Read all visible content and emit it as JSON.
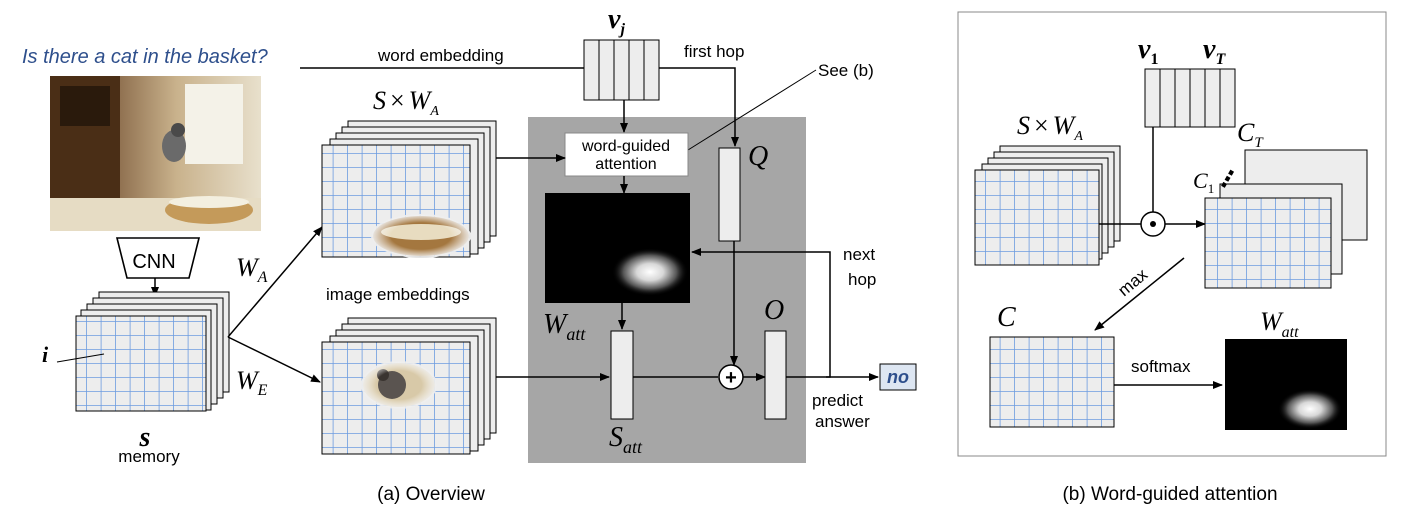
{
  "question": "Is there a cat in the basket?",
  "labels": {
    "word_embedding": "word embedding",
    "first_hop": "first hop",
    "see_b": "See (b)",
    "word_guided_attention_line1": "word-guided",
    "word_guided_attention_line2": "attention",
    "cnn": "CNN",
    "image_embeddings": "image embeddings",
    "next_hop_line1": "next",
    "next_hop_line2": "hop",
    "predict_line1": "predict",
    "predict_line2": "answer",
    "answer": "no",
    "memory": "memory",
    "max": "max",
    "softmax": "softmax",
    "ellipsis": "⋮"
  },
  "math": {
    "v": "v",
    "j": "j",
    "one": "1",
    "T": "T",
    "S": "S",
    "times": "×",
    "W": "W",
    "A": "A",
    "E": "E",
    "att": "att",
    "Q": "Q",
    "O": "O",
    "C": "C",
    "i": "i",
    "s": "s",
    "plus": "+",
    "dot": "⊙"
  },
  "captions": {
    "a": "(a) Overview",
    "b": "(b) Word-guided attention"
  },
  "colors": {
    "grid": "#6d9ce0",
    "gray_panel": "#a6a6a6",
    "card": "#ededed",
    "question": "#2e4f8c",
    "answer_box": "#dde6f2"
  }
}
